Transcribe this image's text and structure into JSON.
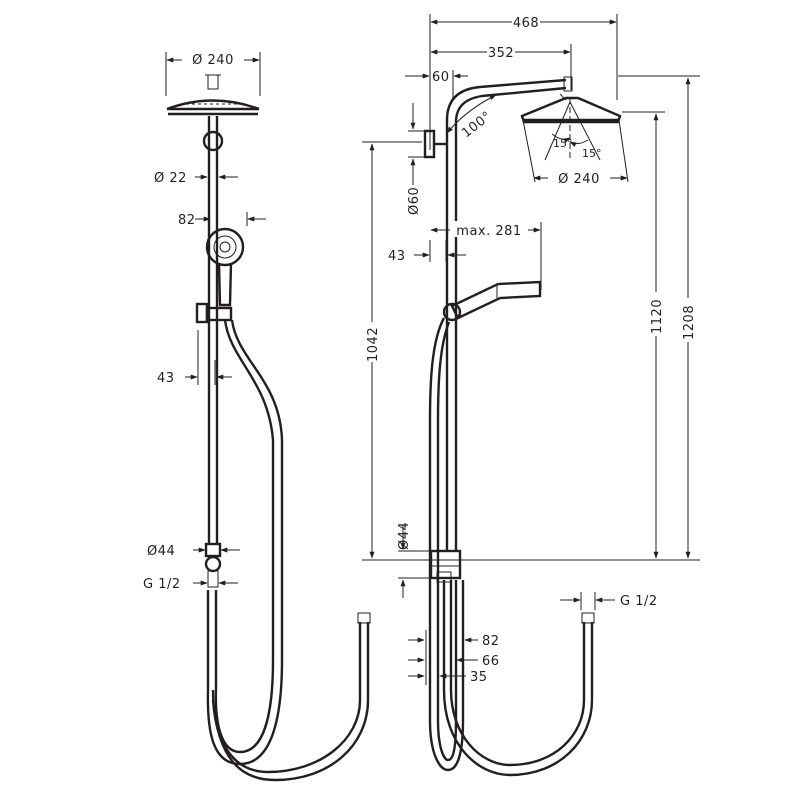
{
  "front_view": {
    "head_diameter": "Ø 240",
    "pipe_diameter": "Ø 22",
    "handshower_width": "82",
    "slider_offset": "43",
    "mixer_diameter": "Ø44",
    "thread": "G 1/2"
  },
  "side_view": {
    "total_reach": "468",
    "arm_reach": "352",
    "wall_offset": "60",
    "arm_angle": "100°",
    "tilt_left": "15°",
    "tilt_right": "15°",
    "head_diameter": "Ø 240",
    "bracket_diameter": "Ø60",
    "handshower_reach": "max. 281",
    "pipe_offset": "43",
    "height_1042": "1042",
    "height_1120": "1120",
    "height_1208": "1208",
    "bottom_diameter": "Ø44",
    "thread": "G 1/2",
    "depth_82": "82",
    "depth_66": "66",
    "depth_35": "35"
  }
}
